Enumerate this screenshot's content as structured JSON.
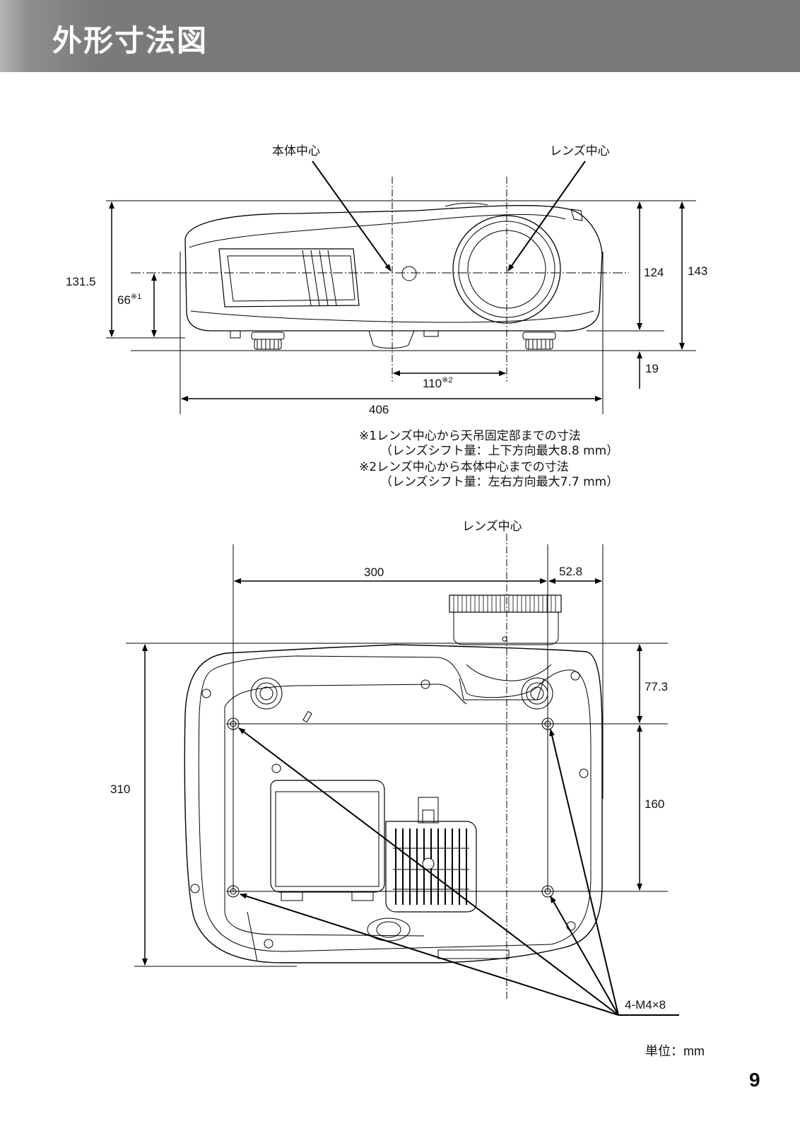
{
  "header": {
    "title": "外形寸法図"
  },
  "front_view": {
    "label_body_center": "本体中心",
    "label_lens_center": "レンズ中心",
    "dims": {
      "total_height_left": "131.5",
      "lens_to_mount": "66",
      "lens_to_mount_note": "※1",
      "height_124": "124",
      "height_143": "143",
      "foot_19": "19",
      "offset_110": "110",
      "offset_110_note": "※2",
      "width_406": "406"
    }
  },
  "notes": {
    "note1_line1": "※1レンズ中心から天吊固定部までの寸法",
    "note1_line2": "（レンズシフト量：上下方向最大8.8 mm）",
    "note2_line1": "※2レンズ中心から本体中心までの寸法",
    "note2_line2": "（レンズシフト量：左右方向最大7.7 mm）"
  },
  "bottom_view": {
    "label_lens_center": "レンズ中心",
    "dims": {
      "width_300": "300",
      "width_52_8": "52.8",
      "depth_310": "310",
      "depth_77_3": "77.3",
      "depth_160": "160"
    },
    "screw_label": "4-M4×8"
  },
  "unit": "単位：mm",
  "page_number": "9"
}
